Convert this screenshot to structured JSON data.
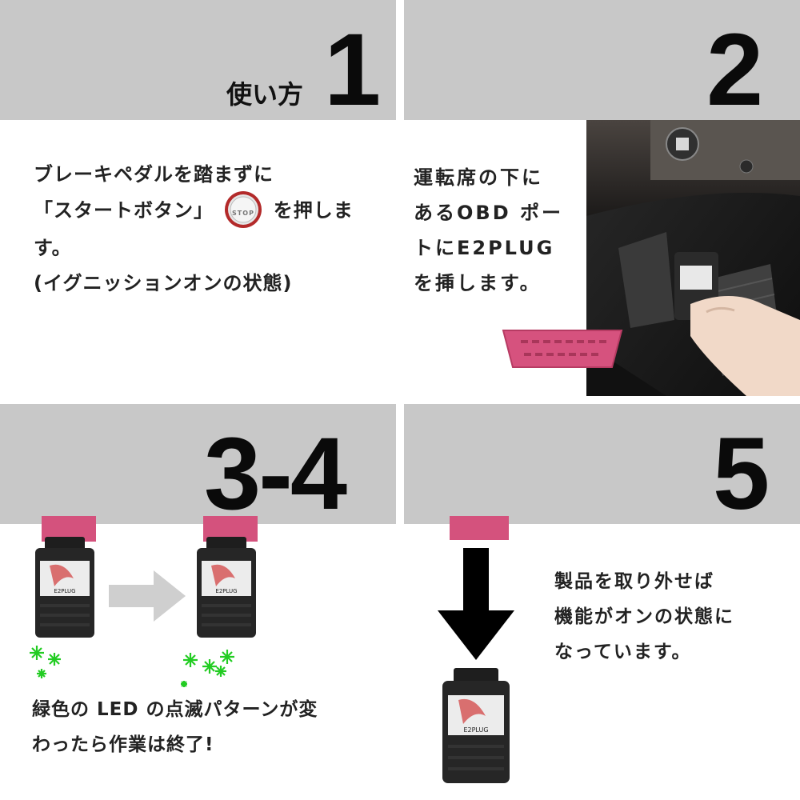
{
  "panel1": {
    "usage_label": "使い方",
    "step": "1",
    "lines": [
      "ブレーキペダルを踏まずに",
      "「スタートボタン」",
      "を押しま",
      "す。",
      "(イグニッションオンの状態)"
    ],
    "button_icon": "start-stop-button-icon",
    "button_text": "STOP"
  },
  "panel2": {
    "step": "2",
    "lines": [
      "運転席の下に",
      "あるOBD ポー",
      "トにE2PLUG",
      "を挿します。"
    ],
    "photo_icon": "car-interior-photo"
  },
  "panel3": {
    "step": "3-4",
    "lines": [
      "緑色の LED の点滅パターンが変",
      "わったら作業は終了!"
    ],
    "arrow_icon": "right-arrow-icon",
    "led_icon": "green-led-blink-icon",
    "device_label": "E2PLUG"
  },
  "panel4": {
    "step": "5",
    "lines": [
      "製品を取り外せば",
      "機能がオンの状態に",
      "なっています。"
    ],
    "arrow_icon": "down-arrow-icon",
    "device_label": "E2PLUG"
  },
  "colors": {
    "band": "#c8c8c8",
    "accent_pink": "#d4527d",
    "led_green": "#22cc22",
    "text": "#222222"
  }
}
